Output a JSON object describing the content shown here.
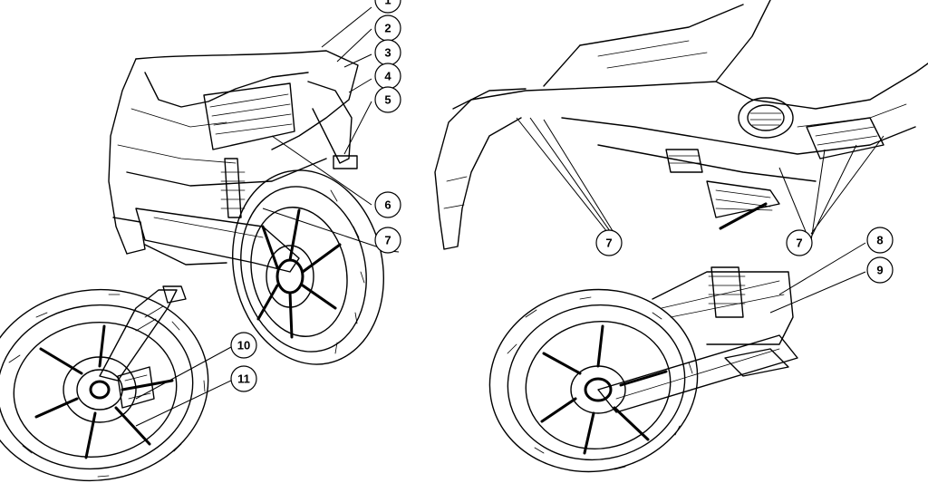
{
  "callouts": [
    {
      "id": "c1",
      "label": "1"
    },
    {
      "id": "c2",
      "label": "2"
    },
    {
      "id": "c3",
      "label": "3"
    },
    {
      "id": "c4",
      "label": "4"
    },
    {
      "id": "c5",
      "label": "5"
    },
    {
      "id": "c6",
      "label": "6"
    },
    {
      "id": "c7a",
      "label": "7"
    },
    {
      "id": "c7b",
      "label": "7"
    },
    {
      "id": "c7c",
      "label": "7"
    },
    {
      "id": "c8",
      "label": "8"
    },
    {
      "id": "c9",
      "label": "9"
    },
    {
      "id": "c10",
      "label": "10"
    },
    {
      "id": "c11",
      "label": "11"
    }
  ]
}
